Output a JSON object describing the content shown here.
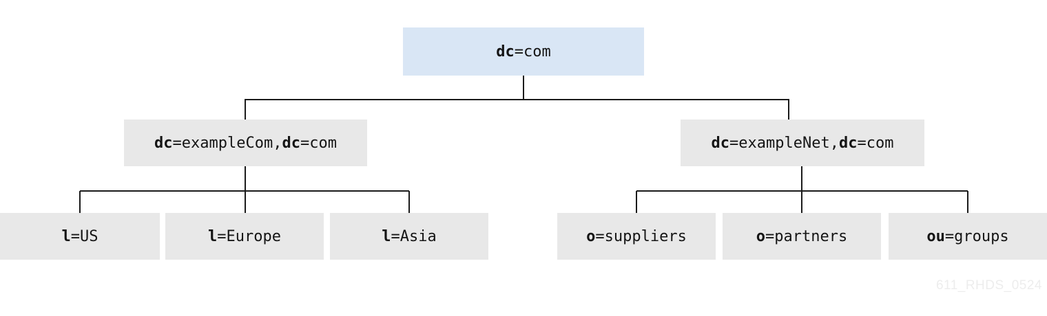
{
  "nodes": {
    "root": {
      "label": "dc=com",
      "parts": [
        {
          "t": "dc",
          "b": true
        },
        {
          "t": "=com",
          "b": false
        }
      ]
    },
    "example_com": {
      "label": "dc=exampleCom,dc=com",
      "parts": [
        {
          "t": "dc",
          "b": true
        },
        {
          "t": "=exampleCom,",
          "b": false
        },
        {
          "t": "dc",
          "b": true
        },
        {
          "t": "=com",
          "b": false
        }
      ]
    },
    "example_net": {
      "label": "dc=exampleNet,dc=com",
      "parts": [
        {
          "t": "dc",
          "b": true
        },
        {
          "t": "=exampleNet,",
          "b": false
        },
        {
          "t": "dc",
          "b": true
        },
        {
          "t": "=com",
          "b": false
        }
      ]
    },
    "l_us": {
      "label": "l=US",
      "parts": [
        {
          "t": "l",
          "b": true
        },
        {
          "t": "=US",
          "b": false
        }
      ]
    },
    "l_europe": {
      "label": "l=Europe",
      "parts": [
        {
          "t": "l",
          "b": true
        },
        {
          "t": "=Europe",
          "b": false
        }
      ]
    },
    "l_asia": {
      "label": "l=Asia",
      "parts": [
        {
          "t": "l",
          "b": true
        },
        {
          "t": "=Asia",
          "b": false
        }
      ]
    },
    "o_suppliers": {
      "label": "o=suppliers",
      "parts": [
        {
          "t": "o",
          "b": true
        },
        {
          "t": "=suppliers",
          "b": false
        }
      ]
    },
    "o_partners": {
      "label": "o=partners",
      "parts": [
        {
          "t": "o",
          "b": true
        },
        {
          "t": "=partners",
          "b": false
        }
      ]
    },
    "ou_groups": {
      "label": "ou=groups",
      "parts": [
        {
          "t": "ou",
          "b": true
        },
        {
          "t": "=groups",
          "b": false
        }
      ]
    }
  },
  "watermark": "611_RHDS_0524",
  "colors": {
    "root_fill": "#d9e6f5",
    "node_fill": "#e8e8e8",
    "line": "#1a1a1a",
    "text": "#151515",
    "watermark": "#ededed",
    "background": "#ffffff"
  }
}
